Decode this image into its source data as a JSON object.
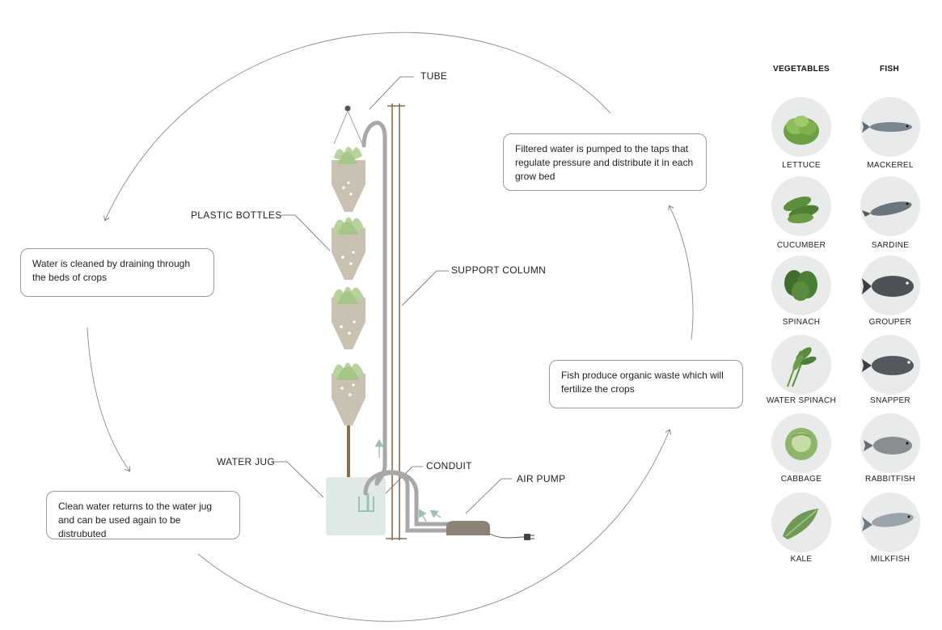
{
  "callouts": {
    "filtered": "Filtered water is pumped to the taps that regulate pressure and distribute it in each grow bed",
    "cleaned": "Water is cleaned by draining through the beds of crops",
    "fish_waste": "Fish produce organic waste which will fertilize the crops",
    "returns": "Clean water returns to the water jug and can be used again to be distrubuted"
  },
  "parts": {
    "tube": "TUBE",
    "plastic_bottles": "PLASTIC BOTTLES",
    "support_column": "SUPPORT COLUMN",
    "water_jug": "WATER JUG",
    "conduit": "CONDUIT",
    "air_pump": "AIR PUMP"
  },
  "headers": {
    "vegetables": "VEGETABLES",
    "fish": "FISH"
  },
  "vegetables": [
    "LETTUCE",
    "CUCUMBER",
    "SPINACH",
    "WATER SPINACH",
    "CABBAGE",
    "KALE"
  ],
  "fish": [
    "MACKEREL",
    "SARDINE",
    "GROUPER",
    "SNAPPER",
    "RABBITFISH",
    "MILKFISH"
  ],
  "colors": {
    "bottle": "#c9c2b3",
    "leaf": "#b9d39d",
    "tube": "#a8a8a8",
    "column": "#8a6d4f",
    "pump": "#8b8174",
    "water": "#dfe9e6",
    "arrow_flow": "#9dbfba"
  }
}
